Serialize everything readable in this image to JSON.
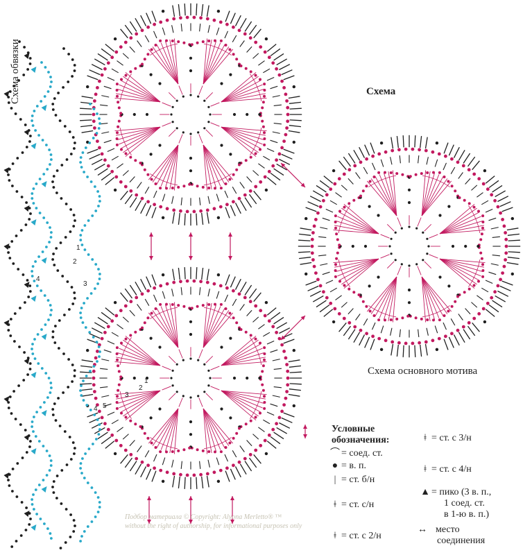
{
  "labels": {
    "edging_scheme": "Схема обвязки",
    "scheme": "Схема",
    "main_motif_scheme": "Схема основного мотива"
  },
  "legend": {
    "heading_line1": "Условные",
    "heading_line2": "обозначения:",
    "items": {
      "slip_stitch": "соед. ст.",
      "chain": "в. п.",
      "single_crochet": "ст. б/н",
      "double_crochet": "ст. с/н",
      "dc2": "ст. с 2/н",
      "dc3": "ст. с 3/н",
      "dc4": "ст. с 4/н",
      "picot_line1": "пико (3 в. п.,",
      "picot_line2": "1 соед. ст.",
      "picot_line3": "в 1-ю в. п.)",
      "join_line1": "место",
      "join_line2": "соединения"
    }
  },
  "round_numbers": {
    "edging": [
      "1",
      "2",
      "3",
      "4"
    ],
    "motif": [
      "1",
      "2",
      "3",
      "4",
      "5"
    ]
  },
  "watermark": {
    "line1": "Подбор материала © Copyright:  Alyona Merletto® ™",
    "line2": "without the right of authorship, for informational purposes only"
  },
  "colors": {
    "magenta": "#c2195f",
    "black": "#1f1f1f",
    "cyan": "#29a9c9",
    "watermark": "#c7c3b4"
  }
}
